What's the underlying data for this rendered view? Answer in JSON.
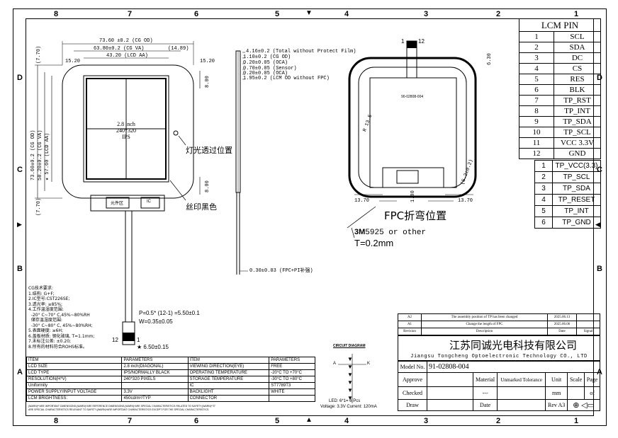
{
  "zones_top": [
    "8",
    "7",
    "6",
    "5",
    "4",
    "3",
    "2",
    "1"
  ],
  "zones_side": [
    "D",
    "C",
    "B",
    "A"
  ],
  "lcm_pin": {
    "title": "LCM PIN",
    "rows": [
      {
        "no": "1",
        "sig": "SCL"
      },
      {
        "no": "2",
        "sig": "SDA"
      },
      {
        "no": "3",
        "sig": "DC"
      },
      {
        "no": "4",
        "sig": "CS"
      },
      {
        "no": "5",
        "sig": "RES"
      },
      {
        "no": "6",
        "sig": "BLK"
      },
      {
        "no": "7",
        "sig": "TP_RST"
      },
      {
        "no": "8",
        "sig": "TP_INT"
      },
      {
        "no": "9",
        "sig": "TP_SDA"
      },
      {
        "no": "10",
        "sig": "TP_SCL"
      },
      {
        "no": "11",
        "sig": "VCC 3.3V"
      },
      {
        "no": "12",
        "sig": "GND"
      }
    ]
  },
  "tp_pin": {
    "rows": [
      {
        "no": "1",
        "sig": "TP_VCC(3.3)"
      },
      {
        "no": "2",
        "sig": "TP_SCL"
      },
      {
        "no": "3",
        "sig": "TP_SDA"
      },
      {
        "no": "4",
        "sig": "TP_RESET"
      },
      {
        "no": "5",
        "sig": "TP_INT"
      },
      {
        "no": "6",
        "sig": "TP_GND"
      }
    ]
  },
  "front_view": {
    "dim_cg_od": "73.60 ±0.2 (CG OD)",
    "dim_cg_va": "63.80±0.2 (CG VA)",
    "dim_14_89": "(14.89)",
    "dim_lcd_aa": "43.20 (LCD AA)",
    "dim_15_20_l": "15.20",
    "dim_15_20_r": "15.20",
    "dim_7_70_top": "(7.70)",
    "dim_7_70_bot": "(7.70)",
    "dim_v_cg_od": "73.60±0.2 (CG OD)",
    "dim_v_cg_va": "58.20±0.2 (CG VA)",
    "dim_v_lcd_aa": "★ 57.60 (LCD AA)",
    "dim_8_00_a": "8.00",
    "dim_8_00_b": "8.00",
    "screen_line1": "2.8 inch",
    "screen_line2": "240*320",
    "screen_line3": "IPS",
    "note_light": "灯光透过位置",
    "note_silk": "丝印黑色",
    "fpc_pitch": "P=0.5* (12-1) =5.50±0.1",
    "fpc_width": "W=0.35±0.05",
    "fpc_12": "12",
    "fpc_1": "1",
    "fpc_len": "★ 6.50±0.15"
  },
  "side_view": {
    "d1": "4.16±0.2 (Total without Protect Film)",
    "d2": "1.10±0.2 (CG OD)",
    "d3": "0.20±0.05 (OCA)",
    "d4": "0.70±0.05 (Sensor)",
    "d5": "0.20±0.05 (OCA)",
    "d6": "1.95±0.2 (LCM OD without FPC)",
    "d7": "0.30±0.03 (FPC+PI补强)"
  },
  "back_view": {
    "pin12": "12",
    "pin1": "1",
    "model_small": "90-02808-004",
    "dim_6_30": "6.30",
    "dim_r": "R 13.5",
    "dim_13_70_l": "13.70",
    "dim_13_70_r": "13.70",
    "dim_1_80": "1.80",
    "dim_side": "(5.2±0.2)",
    "fpc_bend": "FPC折弯位置",
    "tape": "3M",
    "tape_rest": "5925 or other",
    "thickness": "T=0.2mm"
  },
  "notes": {
    "title": "CG技术要求:",
    "lines": [
      "1.结构: G+F;",
      "2.IC型号:CST226SE;",
      "3.透光率: ≥85%;",
      "4.工作温湿度范围:",
      "  -20° C~70° C,45%~80%RH",
      "  储存温湿度范围:",
      "  -30° C~80° C, 45%~80%RH;",
      "5.表面硬度: ≥6H;",
      "6.盖板材质: 钢化玻璃, T=1.1mm;",
      "7.未标注公差: ±0.20;",
      "8.所有的材料符合ROHS标准。"
    ]
  },
  "spec_table": {
    "headers": [
      "ITEM",
      "PARAMETERS",
      "ITEM",
      "PARAMETERS"
    ],
    "rows": [
      [
        "LCD SIZE",
        "2.8 inch(DIAGONAL)",
        "VIEWING DIRECTION(EYE)",
        "FREE"
      ],
      [
        "LCD TYPE",
        "IPS/NORMALLY BLACK",
        "OPERATING TEMPERATURE",
        "-20°C TO +70°C"
      ],
      [
        "RESOLUTION(H*V)",
        "240*320 PIXELS",
        "STORAGE TEMPERATURE",
        "-30°C TO +80°C"
      ],
      [
        "Uniformity",
        "",
        "IC",
        "ST7789T3"
      ],
      [
        "POWER SUPPLY/INPUT VOLTAGE",
        "3.3V",
        "BACKLIGHT",
        "WHITE"
      ],
      [
        "LCM BRIGHTNESS:",
        "450cd/m²/TYP",
        "CONNECTOR",
        ""
      ]
    ],
    "footnote1": "(WARN)**ARE IMPORTANT DIMENSIONS,(WARN)*ARE REFERENCE DIMENSIONS,(WARN)*ARE SPECIAL CHARACTERISTICS RELATED TO SAFETY,(WARN)*\"S\"",
    "footnote2": "ARE SPECIAL CHARACTERISTICS RELEVANT TO SAFETY,(WARN)*ARE IMPORTANT CHARACTERISTICS EXCEPT FOR THE SPECIAL CHARACTERISTICS."
  },
  "circuit": {
    "title": "CIRCUIT DIAGRAM",
    "a": "A",
    "k": "K",
    "led": "LED: 6*1= 6 Pcs",
    "voltage": "Voltage: 3.3V Current: 120mA"
  },
  "revision": {
    "rows": [
      {
        "rev": "A2",
        "desc": "The assembly position of TP has been changed",
        "date": "2025.06.13",
        "sig": ""
      },
      {
        "rev": "A1",
        "desc": "Change the length of FPC",
        "date": "2025.06.06",
        "sig": ""
      }
    ],
    "header": {
      "rev": "Revision",
      "desc": "Desсription",
      "date": "Date",
      "sig": "Signal"
    }
  },
  "title_block": {
    "company_cn": "江苏同诚光电科技有限公司",
    "company_en": "Jiangsu Tongcheng Optoelectronic Technology CO., LTD",
    "model_label": "Model No.",
    "model_value": "91-02808-004",
    "approve": "Approve",
    "material": "Material",
    "unmarked": "Unmarked Tolerance",
    "unit": "Unit",
    "scale": "Scale",
    "page": "Page",
    "checked": "Checked",
    "dashes": "---",
    "mm": "mm",
    "of": "of",
    "draw": "Draw",
    "date": "Date",
    "rev": "Rev",
    "rev_value": "A3"
  },
  "fpc_stiffener_tag": "元件区",
  "fpc_ic_tag": "IC"
}
